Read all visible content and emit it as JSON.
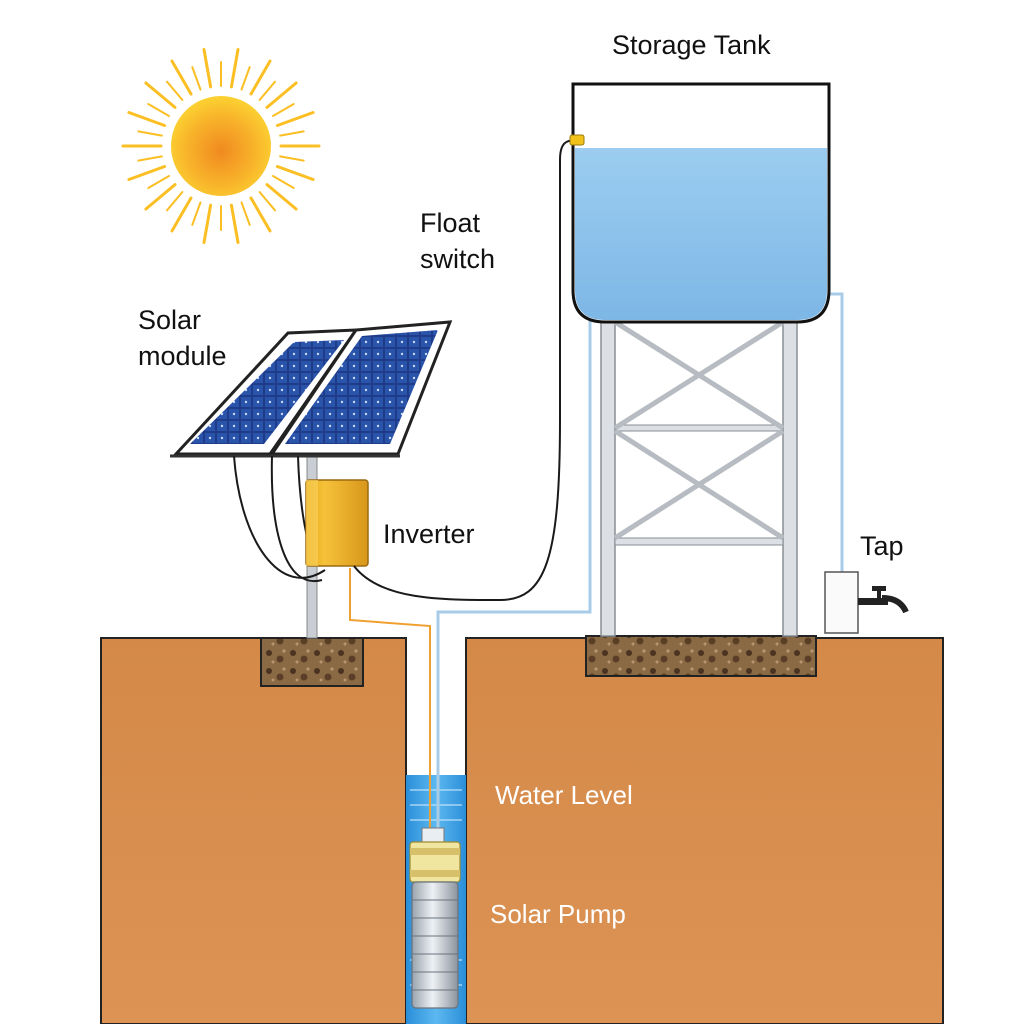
{
  "labels": {
    "storage_tank": "Storage Tank",
    "float_switch_line1": "Float",
    "float_switch_line2": "switch",
    "solar_module_line1": "Solar",
    "solar_module_line2": "module",
    "inverter": "Inverter",
    "tap": "Tap",
    "water_level": "Water Level",
    "solar_pump": "Solar Pump"
  },
  "colors": {
    "soil": "#d98e4e",
    "water": "#8ec3ec",
    "well_water": "#3aa3e6",
    "panel": "#1d3f8f",
    "inverter": "#f2b418",
    "sun": "#fbbf24",
    "pipe": "#a8cbe8",
    "cable": "#1a1a1a",
    "pump_cable": "#f0a030"
  }
}
